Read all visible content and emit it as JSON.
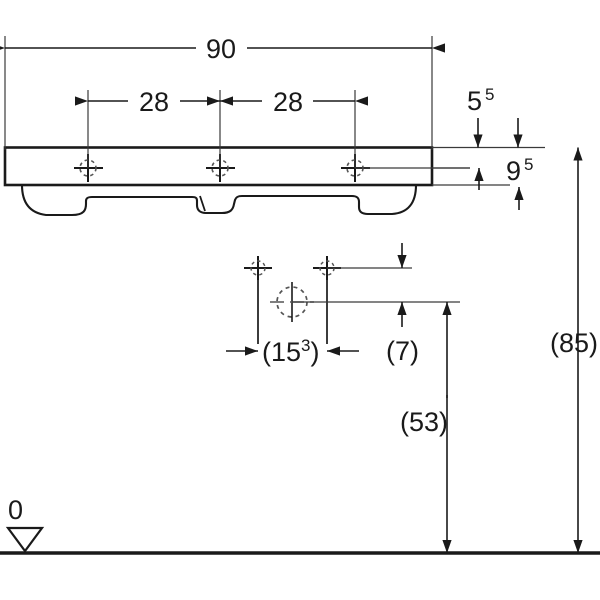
{
  "drawing": {
    "title": "Washbasin technical dimension drawing",
    "units_note": "",
    "stroke_color": "#1a1a1a",
    "thin_stroke_color": "#3a3a3a",
    "background": "#ffffff"
  },
  "dimensions": {
    "overall_width": {
      "value": "90",
      "sup": ""
    },
    "hole_spacing_left": {
      "value": "28",
      "sup": ""
    },
    "hole_spacing_right": {
      "value": "28",
      "sup": ""
    },
    "top_thickness": {
      "value": "5",
      "sup": "5"
    },
    "basin_depth": {
      "value": "9",
      "sup": "5"
    },
    "outlet_width": {
      "value": "(15",
      "sup": "3",
      "suffix": ")"
    },
    "outlet_offset": {
      "value": "(7)",
      "sup": ""
    },
    "outlet_height": {
      "value": "(53)",
      "sup": ""
    },
    "mounting_height": {
      "value": "(85)",
      "sup": ""
    }
  },
  "datum": {
    "label": "0",
    "symbol": "datum-triangle"
  }
}
